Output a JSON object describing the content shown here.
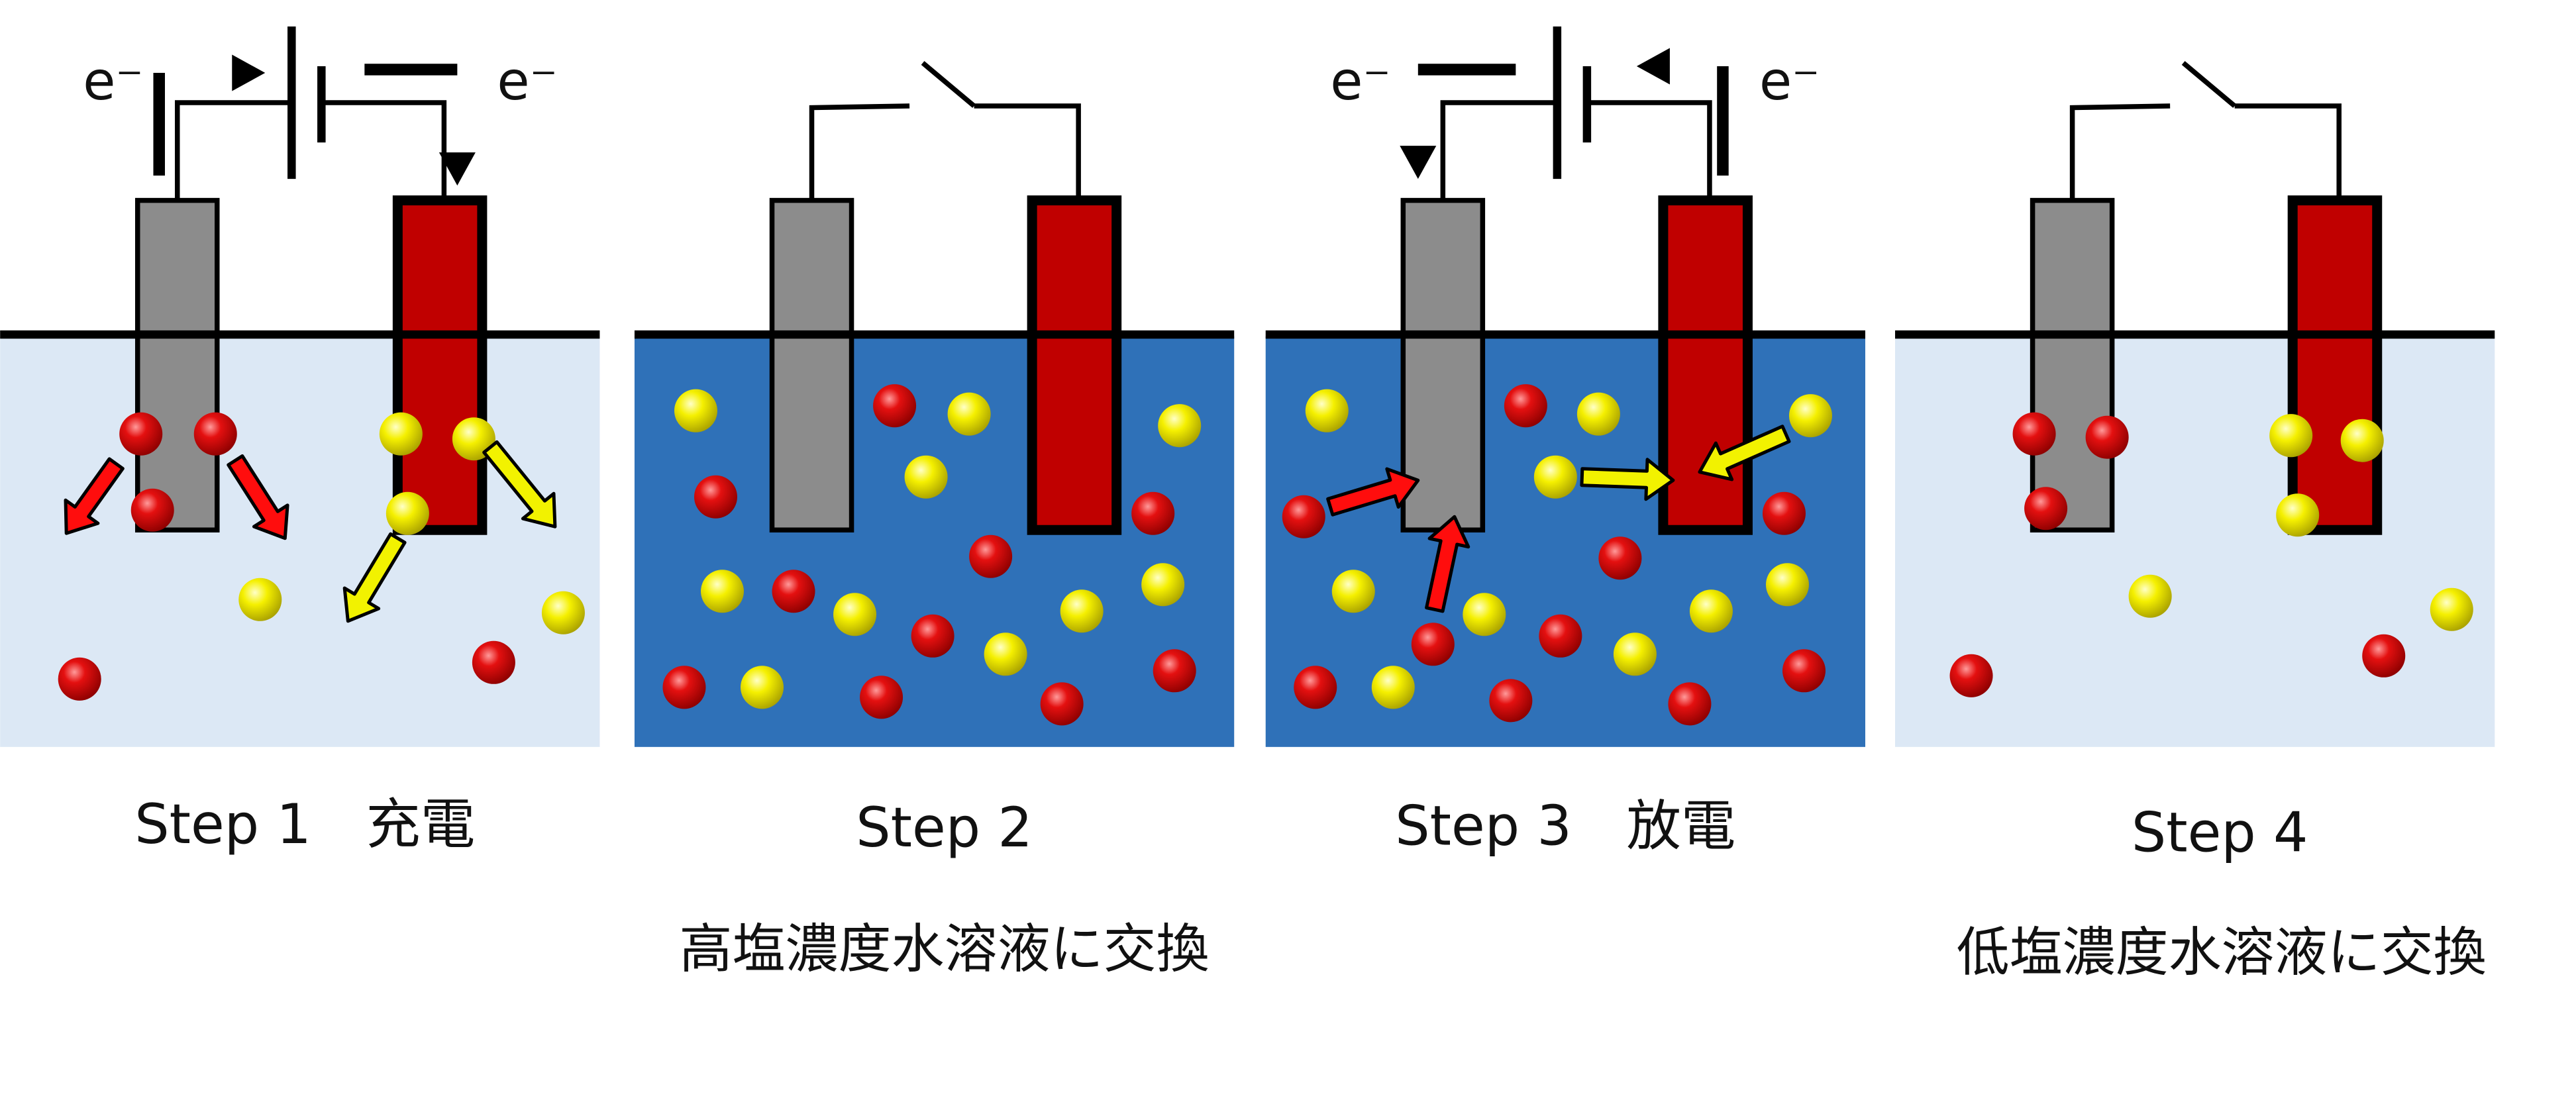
{
  "diagram": {
    "colors": {
      "low_salt_water": "#dce8f5",
      "high_salt_water": "#2f71b8",
      "carbon_electrode": "#8c8c8c",
      "active_electrode": "#c00000",
      "cation": "#e00000",
      "anion": "#f2f200",
      "wire": "#000000"
    },
    "electron_label": "e⁻",
    "panels": [
      {
        "id": "step1",
        "step_label": "Step 1　充電",
        "caption": "",
        "water": "low",
        "circuit": "battery",
        "current": "charge",
        "cations": [
          [
            85,
            262
          ],
          [
            130,
            262
          ],
          [
            92,
            308
          ],
          [
            48,
            410
          ],
          [
            298,
            400
          ]
        ],
        "anions": [
          [
            242,
            262
          ],
          [
            286,
            265
          ],
          [
            246,
            310
          ],
          [
            157,
            362
          ],
          [
            340,
            370
          ]
        ],
        "arrows": [
          {
            "color": "red",
            "from": [
              70,
              280
            ],
            "to": [
              40,
              322
            ]
          },
          {
            "color": "red",
            "from": [
              142,
              278
            ],
            "to": [
              172,
              325
            ]
          },
          {
            "color": "yellow",
            "from": [
              240,
              325
            ],
            "to": [
              210,
              375
            ]
          },
          {
            "color": "yellow",
            "from": [
              296,
              270
            ],
            "to": [
              335,
              318
            ]
          }
        ]
      },
      {
        "id": "step2",
        "step_label": "Step 2",
        "caption": "高塩濃度水溶液に交換",
        "water": "high",
        "circuit": "switch-open",
        "current": "none",
        "cations": [
          [
            540,
            245
          ],
          [
            432,
            300
          ],
          [
            598,
            336
          ],
          [
            696,
            310
          ],
          [
            479,
            357
          ],
          [
            563,
            384
          ],
          [
            413,
            415
          ],
          [
            532,
            421
          ],
          [
            641,
            425
          ],
          [
            709,
            405
          ]
        ],
        "anions": [
          [
            420,
            248
          ],
          [
            585,
            250
          ],
          [
            712,
            257
          ],
          [
            559,
            288
          ],
          [
            436,
            357
          ],
          [
            516,
            371
          ],
          [
            653,
            369
          ],
          [
            702,
            353
          ],
          [
            607,
            395
          ],
          [
            460,
            415
          ]
        ],
        "arrows": []
      },
      {
        "id": "step3",
        "step_label": "Step 3　放電",
        "caption": "",
        "water": "high",
        "circuit": "battery",
        "current": "discharge",
        "cations": [
          [
            921,
            245
          ],
          [
            787,
            312
          ],
          [
            978,
            337
          ],
          [
            1077,
            310
          ],
          [
            865,
            389
          ],
          [
            942,
            384
          ],
          [
            794,
            415
          ],
          [
            912,
            423
          ],
          [
            1020,
            425
          ],
          [
            1089,
            405
          ]
        ],
        "anions": [
          [
            801,
            248
          ],
          [
            965,
            250
          ],
          [
            1093,
            251
          ],
          [
            939,
            288
          ],
          [
            817,
            357
          ],
          [
            896,
            371
          ],
          [
            1033,
            369
          ],
          [
            1079,
            353
          ],
          [
            987,
            395
          ],
          [
            841,
            415
          ]
        ],
        "arrows": [
          {
            "color": "red",
            "from": [
              803,
              306
            ],
            "to": [
              856,
              290
            ]
          },
          {
            "color": "red",
            "from": [
              866,
              368
            ],
            "to": [
              878,
              312
            ]
          },
          {
            "color": "yellow",
            "from": [
              955,
              288
            ],
            "to": [
              1010,
              290
            ]
          },
          {
            "color": "yellow",
            "from": [
              1078,
              262
            ],
            "to": [
              1026,
              285
            ]
          }
        ]
      },
      {
        "id": "step4",
        "step_label": "Step 4",
        "caption": "低塩濃度水溶液に交換",
        "water": "low",
        "circuit": "switch-open",
        "current": "none",
        "cations": [
          [
            1228,
            262
          ],
          [
            1272,
            264
          ],
          [
            1235,
            307
          ],
          [
            1190,
            408
          ],
          [
            1439,
            396
          ]
        ],
        "anions": [
          [
            1383,
            263
          ],
          [
            1426,
            266
          ],
          [
            1387,
            311
          ],
          [
            1298,
            360
          ],
          [
            1480,
            368
          ]
        ],
        "arrows": []
      }
    ]
  }
}
